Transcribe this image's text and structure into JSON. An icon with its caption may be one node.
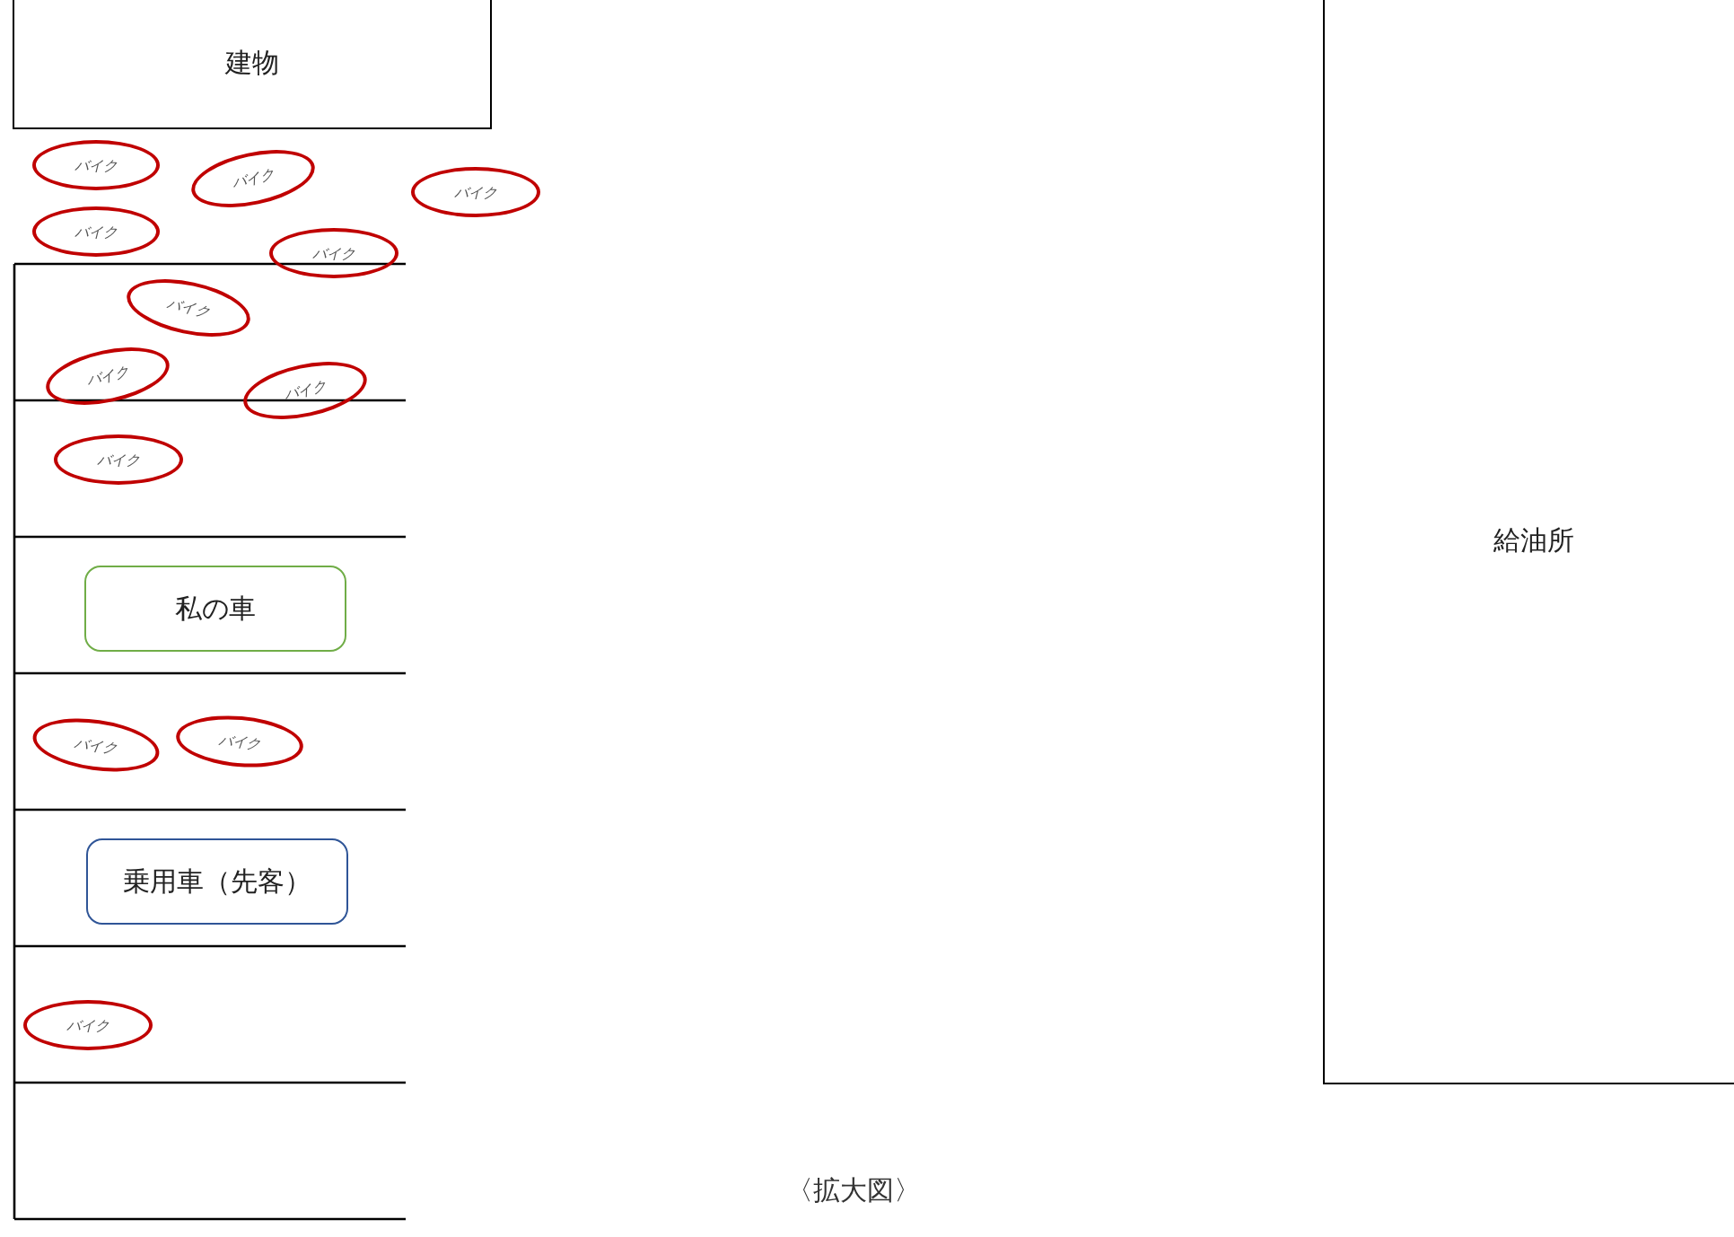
{
  "diagram": {
    "caption": "〈拡大図〉",
    "nodes": [
      {
        "text": [
          "建物"
        ]
      },
      {
        "text": [
          "給油所"
        ]
      },
      {
        "text": [
          "バイク"
        ]
      },
      {
        "text": [
          "バイク"
        ]
      },
      {
        "text": [
          "バイク"
        ]
      },
      {
        "text": [
          "バイク"
        ]
      },
      {
        "text": [
          "バイク"
        ]
      },
      {
        "text": [
          "バイク"
        ]
      },
      {
        "text": [
          "バイク"
        ]
      },
      {
        "text": [
          "バイク"
        ]
      },
      {
        "text": [
          "バイク"
        ]
      },
      {
        "text": [
          "私の車"
        ]
      },
      {
        "text": [
          "バイク"
        ]
      },
      {
        "text": [
          "バイク"
        ]
      },
      {
        "text": [
          "乗用車（先客）"
        ]
      },
      {
        "text": [
          "バイク"
        ]
      }
    ]
  }
}
